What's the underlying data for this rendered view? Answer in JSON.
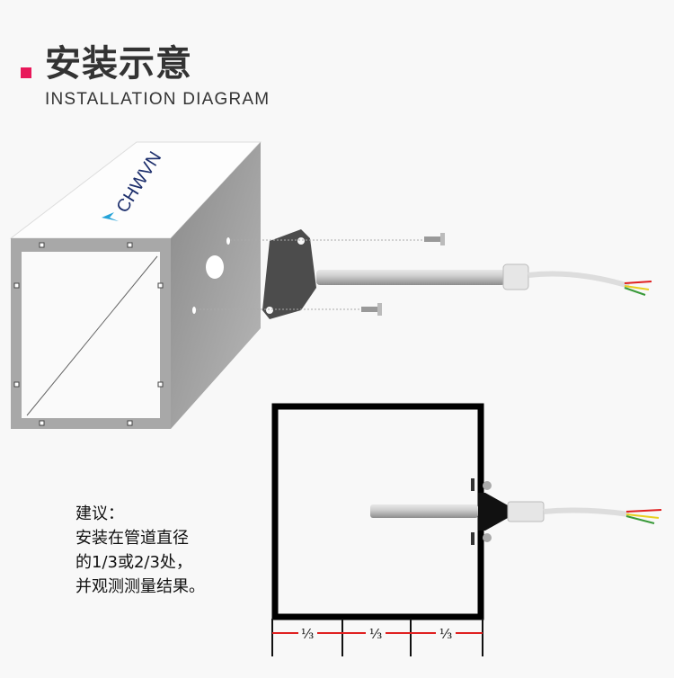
{
  "header": {
    "title": "安装示意",
    "subtitle": "INSTALLATION DIAGRAM",
    "accent_color": "#e8185a"
  },
  "diagram": {
    "brand_logo": "CHWVN",
    "division_labels": [
      "⅓",
      "⅓",
      "⅓"
    ],
    "cable_colors": [
      "#e02020",
      "#e8d020",
      "#3a9a3a",
      "#222222"
    ]
  },
  "note": {
    "lines": [
      "建议：",
      "安装在管道直径",
      "的1/3或2/3处，",
      "并观测测量结果。"
    ]
  }
}
